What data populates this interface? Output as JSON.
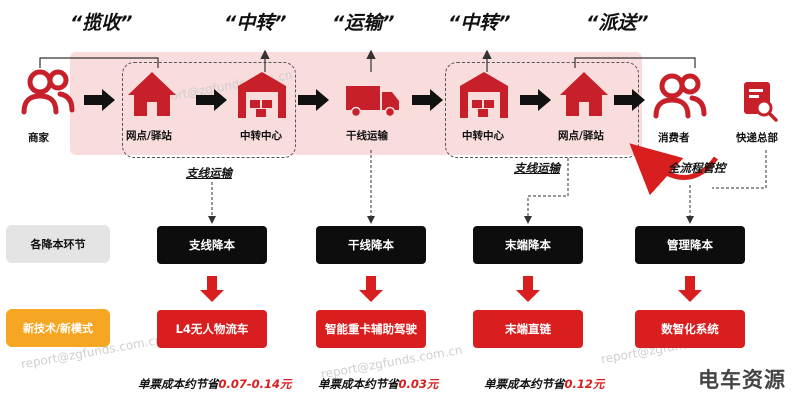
{
  "stages": [
    {
      "label": "“揽收”"
    },
    {
      "label": "“中转”"
    },
    {
      "label": "“运输”"
    },
    {
      "label": "“中转”"
    },
    {
      "label": "“派送”"
    }
  ],
  "nodes": [
    {
      "label": "商家",
      "icon": "people-icon"
    },
    {
      "label": "网点/驿站",
      "icon": "house-icon"
    },
    {
      "label": "中转中心",
      "icon": "warehouse-icon"
    },
    {
      "label": "干线运输",
      "icon": "truck-icon"
    },
    {
      "label": "中转中心",
      "icon": "warehouse-icon"
    },
    {
      "label": "网点/驿站",
      "icon": "house-icon"
    },
    {
      "label": "消费者",
      "icon": "people-icon"
    },
    {
      "label": "快递总部",
      "icon": "document-search-icon"
    }
  ],
  "segment_labels": {
    "branch_left": "支线运输",
    "branch_right": "支线运输",
    "full_control": "全流程管控"
  },
  "row_labels": {
    "cost": "各降本环节",
    "tech": "新技术/新模式"
  },
  "cost_items": [
    "支线降本",
    "干线降本",
    "末端降本",
    "管理降本"
  ],
  "tech_items": [
    "L4无人物流车",
    "智能重卡辅助驾驶",
    "末端直链",
    "数智化系统"
  ],
  "savings": [
    {
      "prefix": "单票成本约节省",
      "value": "0.07-0.14元"
    },
    {
      "prefix": "单票成本约节省",
      "value": "0.03元"
    },
    {
      "prefix": "单票成本约节省",
      "value": "0.12元"
    }
  ],
  "watermarks": [
    "report@zgfunds.com.cn",
    "report@zgfunds.com.cn",
    "report@zgfunds.com.cn",
    "report@zgfunds.com.cn"
  ],
  "brand": "电车资源",
  "colors": {
    "accent": "#d81e1e",
    "band": "#f9dcdc",
    "orange": "#f5a623",
    "dark": "#0d0d0d",
    "gray": "#e4e4e4"
  }
}
